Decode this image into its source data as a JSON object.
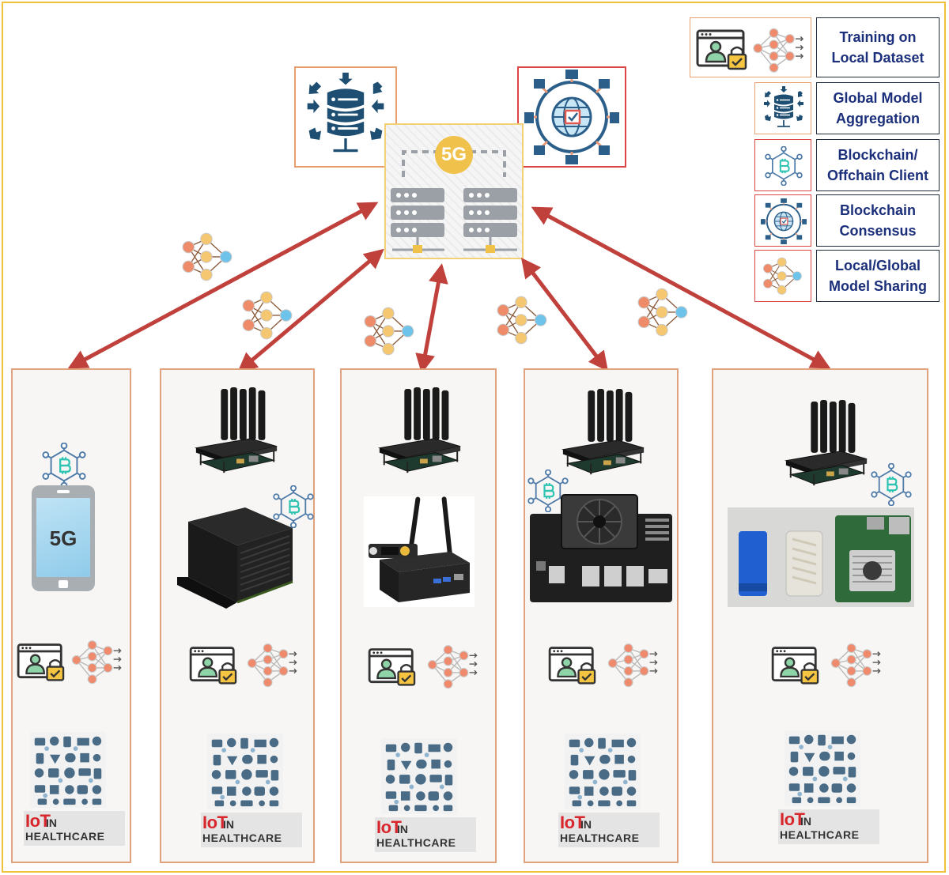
{
  "legend": {
    "training": "Training on Local Dataset",
    "aggregation": "Global Model Aggregation",
    "blockchain_client": "Blockchain/ Offchain Client",
    "consensus": "Blockchain Consensus",
    "sharing": "Local/Global Model Sharing"
  },
  "server": {
    "badge": "5G"
  },
  "phone": {
    "label": "5G"
  },
  "iot": {
    "word": "IoT",
    "in": "IN",
    "healthcare": "HEALTHCARE"
  },
  "colors": {
    "arrow": "#c0413c",
    "frame": "#f0c23a",
    "panel_border": "#e1a37e",
    "legend_text": "#1b2f7a",
    "navy_icon": "#1e4f73",
    "iot_red": "#d8262d"
  }
}
